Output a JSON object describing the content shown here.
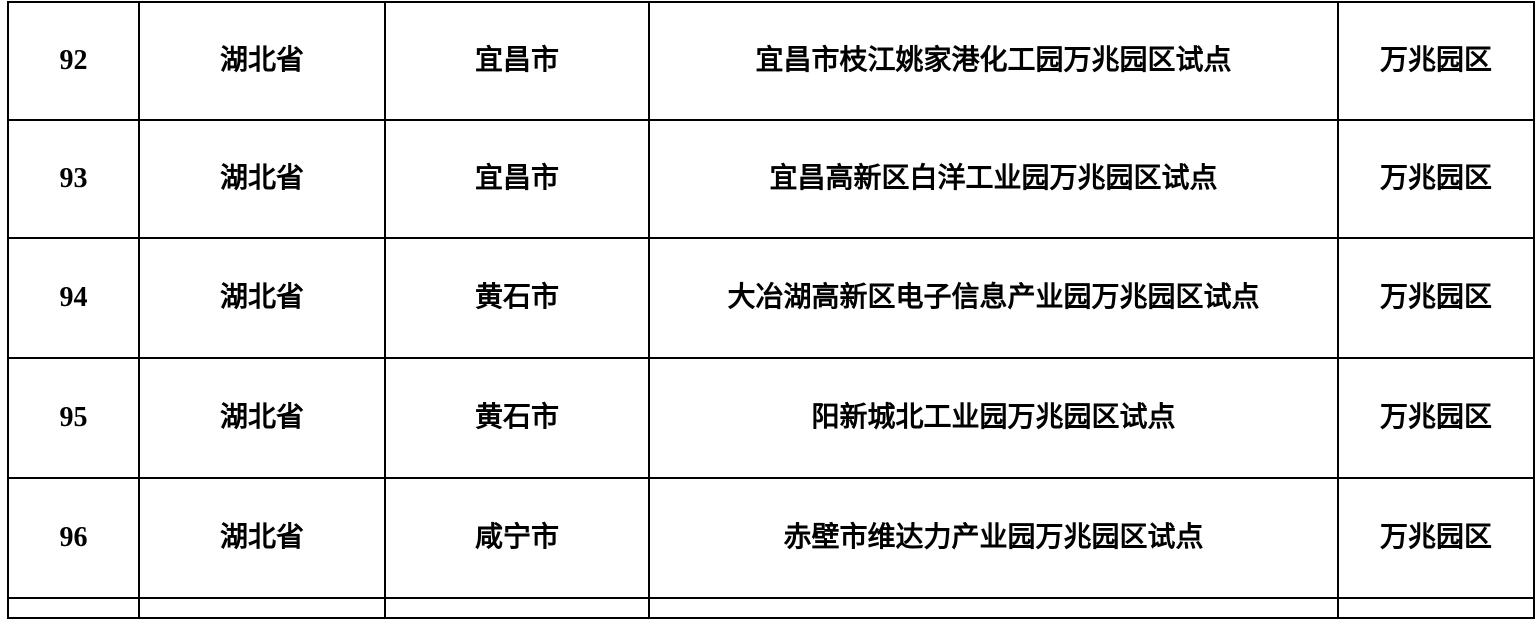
{
  "rows": [
    {
      "no": "92",
      "province": "湖北省",
      "city": "宜昌市",
      "name": "宜昌市枝江姚家港化工园万兆园区试点",
      "type": "万兆园区"
    },
    {
      "no": "93",
      "province": "湖北省",
      "city": "宜昌市",
      "name": "宜昌高新区白洋工业园万兆园区试点",
      "type": "万兆园区"
    },
    {
      "no": "94",
      "province": "湖北省",
      "city": "黄石市",
      "name": "大冶湖高新区电子信息产业园万兆园区试点",
      "type": "万兆园区"
    },
    {
      "no": "95",
      "province": "湖北省",
      "city": "黄石市",
      "name": "阳新城北工业园万兆园区试点",
      "type": "万兆园区"
    },
    {
      "no": "96",
      "province": "湖北省",
      "city": "咸宁市",
      "name": "赤壁市维达力产业园万兆园区试点",
      "type": "万兆园区"
    }
  ]
}
